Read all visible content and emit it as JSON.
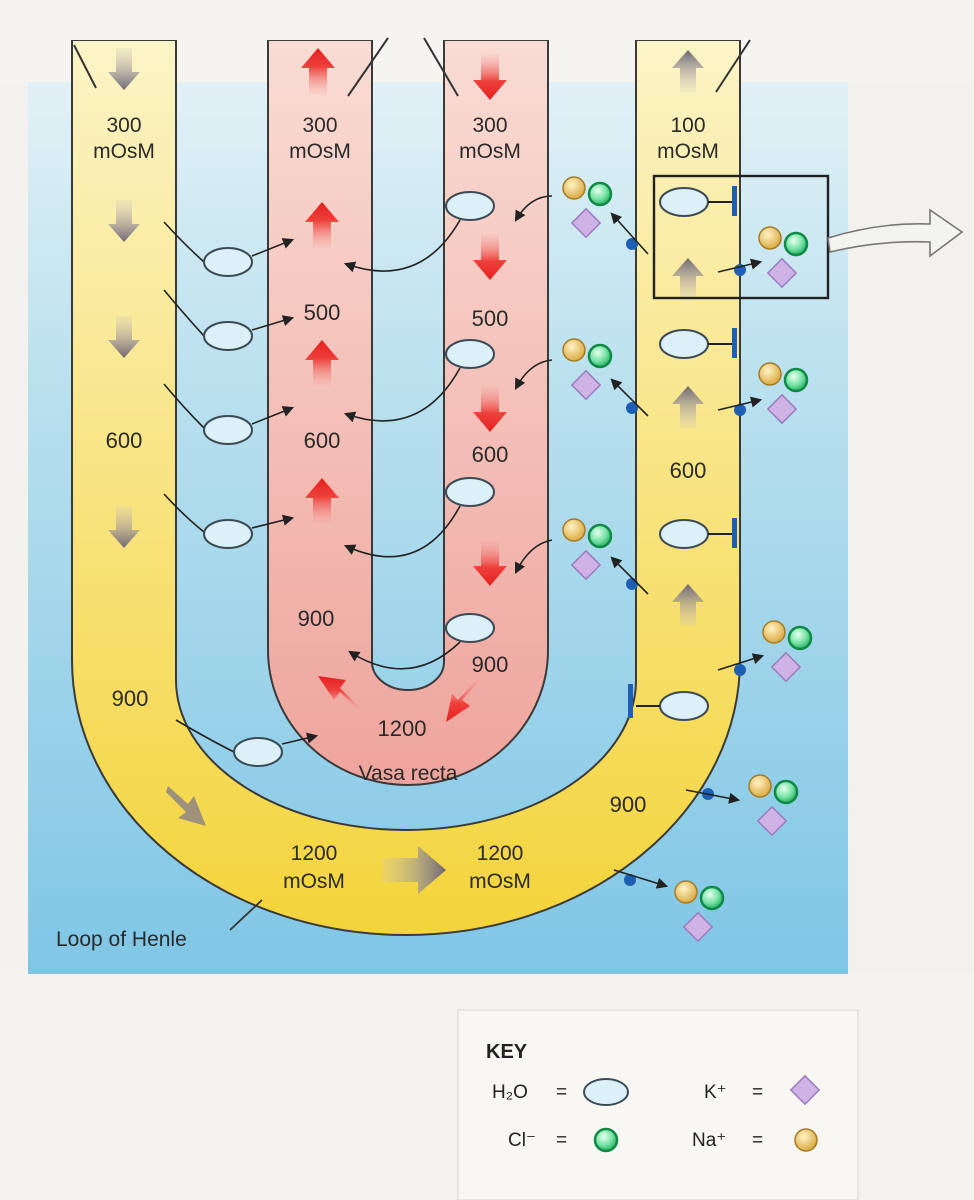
{
  "descending_limb": {
    "top_label": [
      "300",
      "mOsM"
    ],
    "values": [
      "600",
      "900"
    ]
  },
  "vasa_recta": {
    "name": "Vasa recta",
    "ascending_values": [
      "300",
      "mOsM",
      "500",
      "600",
      "900"
    ],
    "descending_values": [
      "300",
      "mOsM",
      "500",
      "600",
      "900"
    ],
    "bottom_value": "1200"
  },
  "ascending_limb": {
    "top_label": [
      "100",
      "mOsM"
    ],
    "values": [
      "600",
      "900"
    ]
  },
  "loop_bottom": {
    "left_label": [
      "1200",
      "mOsM"
    ],
    "right_label": [
      "1200",
      "mOsM"
    ]
  },
  "loop_name": "Loop of Henle",
  "key": {
    "title": "KEY",
    "h2o": "H₂O",
    "k": "K⁺",
    "cl": "Cl⁻",
    "na": "Na⁺",
    "equals": "="
  },
  "colors": {
    "interstitial": "#a8d8ea",
    "tubule": "#f7de5a",
    "vasa_recta": "#f2aaa2",
    "red_arrow": "#e8262a",
    "gray_arrow": "#7d7480",
    "na": "#e2b94c",
    "cl": "#3ec47a",
    "k": "#c9a9e0",
    "water": "#d9eef6",
    "pump": "#1f5fb3"
  }
}
